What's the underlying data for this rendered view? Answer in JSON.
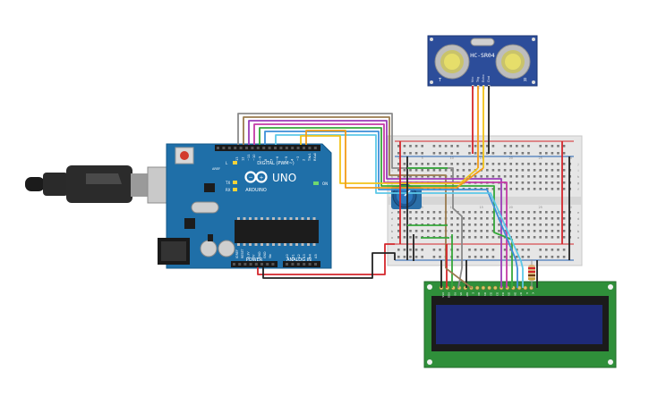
{
  "board": {
    "logo_text": "ARDUINO",
    "model": "UNO",
    "digital_label": "DIGITAL (PWM~)",
    "power_label": "POWER",
    "analog_label": "ANALOG IN",
    "aref_label": "AREF",
    "gnd_label": "GND",
    "on_label": "ON",
    "tx_label": "TX",
    "rx_label": "RX",
    "l_label": "L",
    "digital_pins": [
      "13",
      "12",
      "~11",
      "~10",
      "~9",
      "8",
      "7",
      "~6",
      "~5",
      "4",
      "~3",
      "2",
      "TX▸1",
      "RX◂0"
    ],
    "power_pins": [
      "IOREF",
      "RESET",
      "3.3V",
      "5V",
      "GND",
      "GND",
      "Vin"
    ],
    "analog_pins": [
      "A0",
      "A1",
      "A2",
      "A3",
      "A4",
      "A5"
    ]
  },
  "sensor": {
    "name": "HC-SR04",
    "pins": [
      "Vcc",
      "Trig",
      "Echo",
      "Gnd"
    ],
    "side_labels": [
      "T",
      "R"
    ]
  },
  "breadboard": {
    "column_numbers": [
      "1",
      "5",
      "10",
      "15",
      "20",
      "25",
      "30"
    ],
    "row_letters_top": [
      "j",
      "i",
      "h",
      "g",
      "f"
    ],
    "row_letters_bottom": [
      "e",
      "d",
      "c",
      "b",
      "a"
    ]
  },
  "lcd": {
    "pin_labels": [
      "VSS",
      "VDD",
      "V0",
      "RS",
      "RW",
      "E",
      "D0",
      "D1",
      "D2",
      "D3",
      "D4",
      "D5",
      "D6",
      "D7",
      "A",
      "K"
    ]
  },
  "colors": {
    "board": "#1f6fa8",
    "breadboard": "#e6e6e6",
    "lcd_pcb": "#2f8f3a",
    "lcd_screen": "#1e2a78",
    "sensor_pcb": "#2c4d9a",
    "wire_red": "#d4262b",
    "wire_black": "#222222",
    "wire_orange": "#f39c1a",
    "wire_yellow": "#f2c318",
    "wire_green": "#35a83a",
    "wire_blue": "#3d8fd8",
    "wire_cyan": "#5cc8e8",
    "wire_purple": "#9b3db8",
    "wire_magenta": "#c43aa6",
    "wire_brown": "#9a7b4f",
    "wire_gray": "#8a8a8a"
  }
}
